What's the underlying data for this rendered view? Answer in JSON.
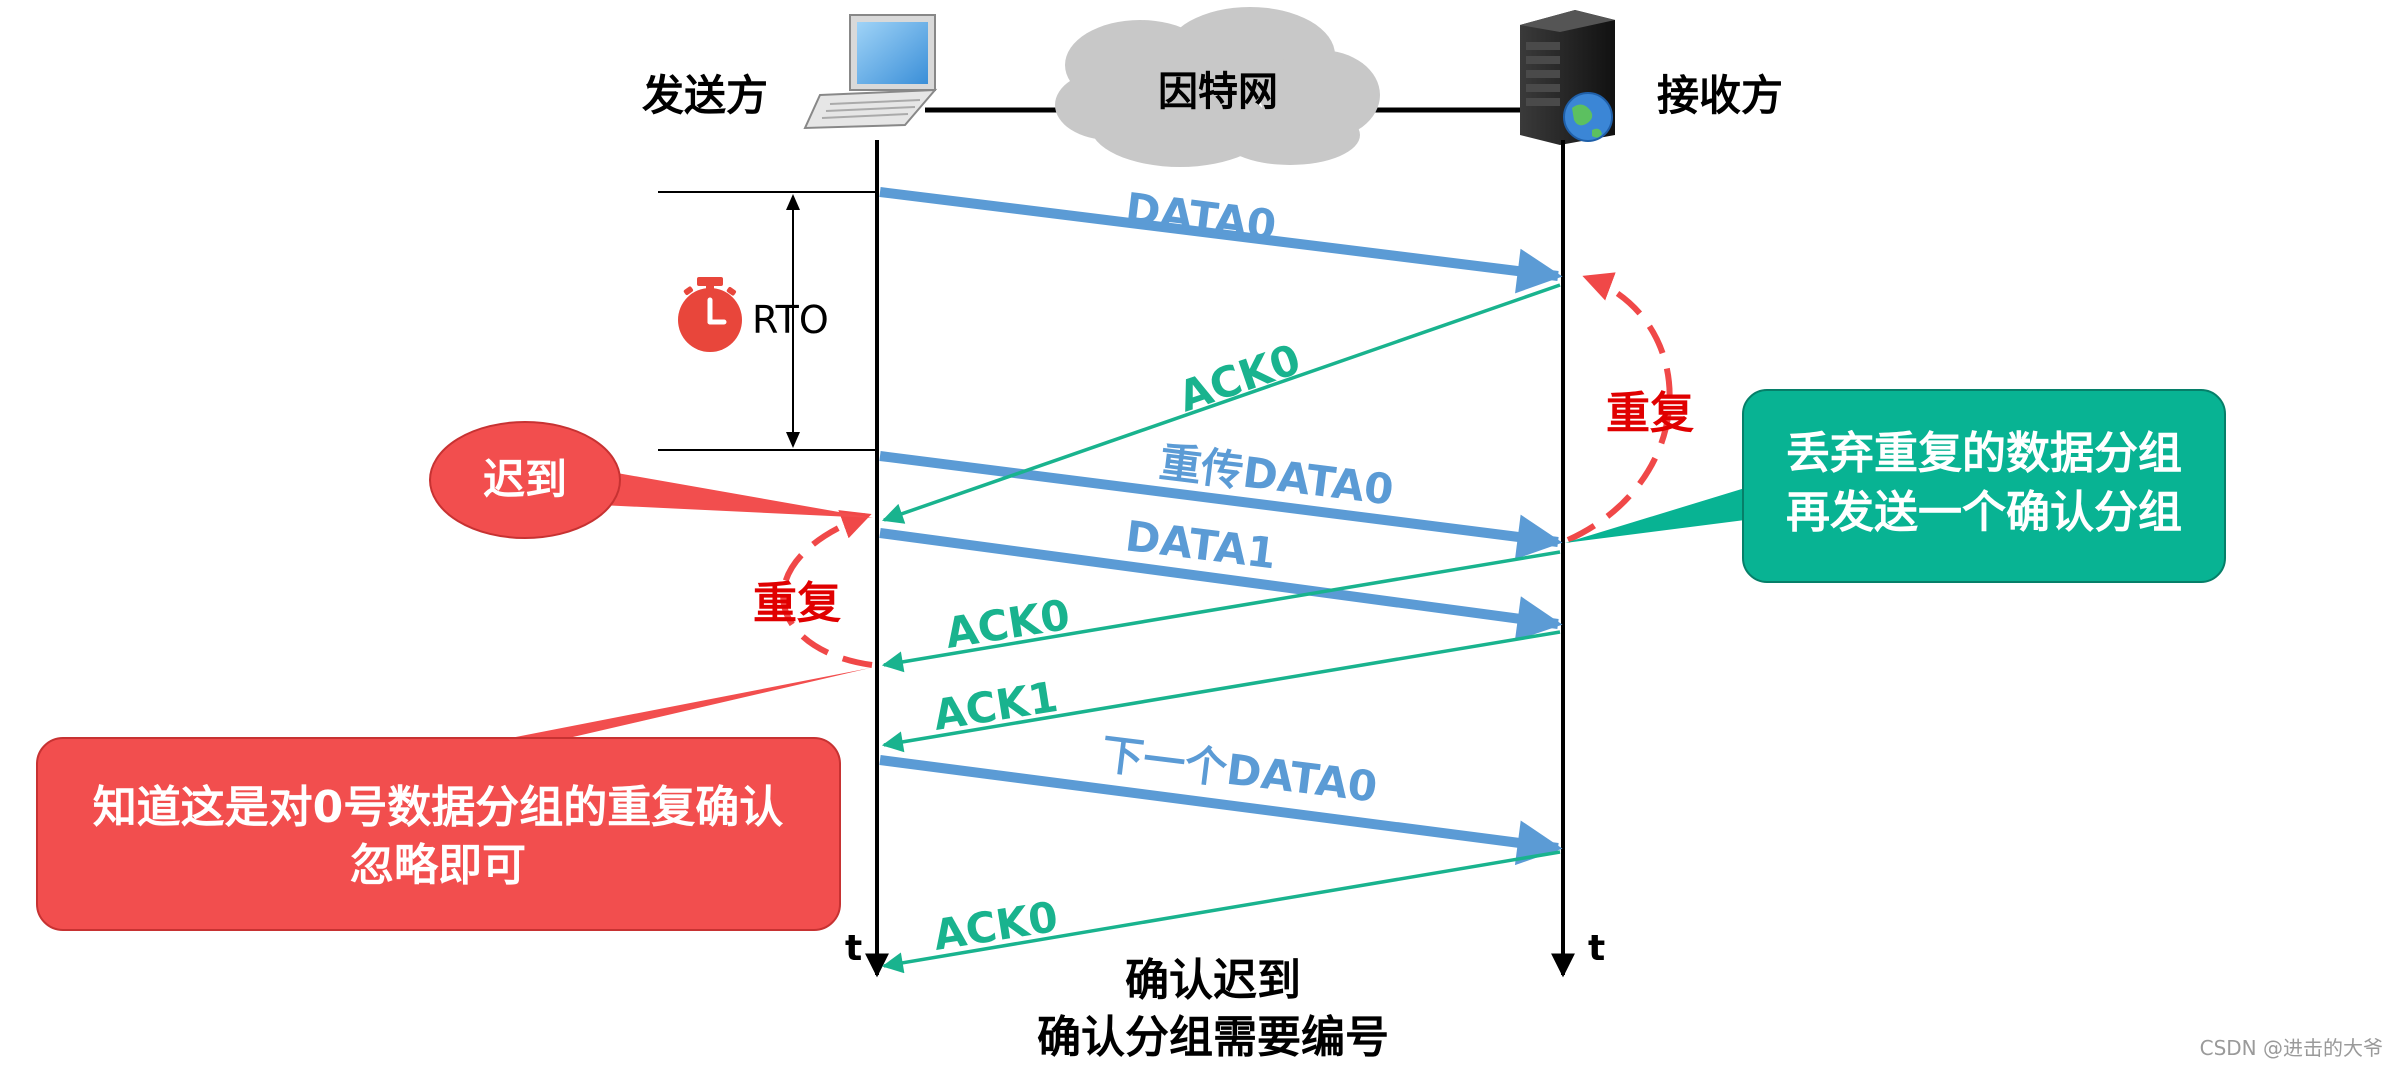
{
  "labels": {
    "sender": "发送方",
    "receiver": "接收方",
    "internet": "因特网",
    "rto": "RTO",
    "sender_time": "t",
    "receiver_time": "t",
    "bottom_line1": "确认迟到",
    "bottom_line2": "确认分组需要编号",
    "watermark": "CSDN @进击的大爷"
  },
  "messages": {
    "data0": "DATA0",
    "ack0_first": "ACK0",
    "retransmit_data0": "重传DATA0",
    "data1": "DATA1",
    "ack0_second": "ACK0",
    "ack1": "ACK1",
    "next_data0": "下一个DATA0",
    "ack0_third": "ACK0"
  },
  "annotations": {
    "late": "迟到",
    "duplicate_sender": "重复",
    "duplicate_receiver": "重复",
    "receiver_note_line1": "丢弃重复的数据分组",
    "receiver_note_line2": "再发送一个确认分组",
    "sender_note_line1": "知道这是对0号数据分组的重复确认",
    "sender_note_line2": "忽略即可"
  },
  "colors": {
    "data_arrow": "#5b9bd5",
    "ack_arrow": "#19b38e",
    "late_bubble": "#f24e4e",
    "receiver_note": "#08b393",
    "duplicate_text": "#e00000",
    "timer_icon": "#e8463b",
    "cloud": "#c8c8c8"
  }
}
